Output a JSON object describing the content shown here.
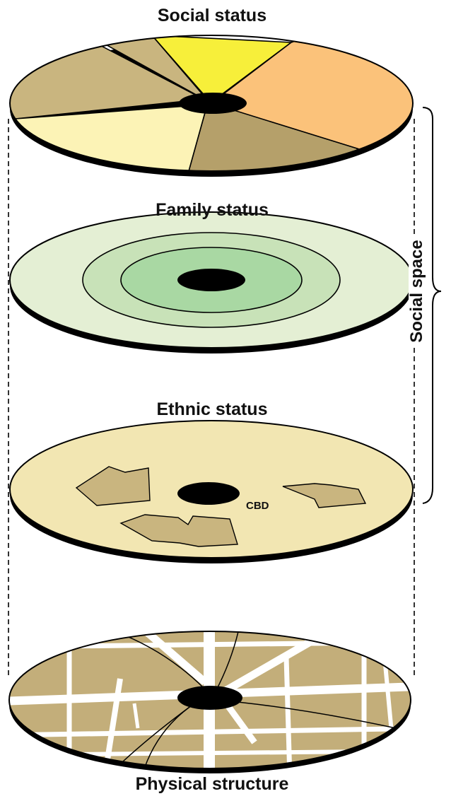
{
  "layers": [
    {
      "id": "social",
      "label": "Social status"
    },
    {
      "id": "family",
      "label": "Family status"
    },
    {
      "id": "ethnic",
      "label": "Ethnic status"
    },
    {
      "id": "physical",
      "label": "Physical structure"
    }
  ],
  "side_bracket_label": "Social space",
  "cbd_label": "CBD",
  "colors": {
    "outline": "#000000",
    "social_sectors": [
      "#c9b57f",
      "#f7ef3a",
      "#fbc27a",
      "#b5a06a",
      "#fcf3b6"
    ],
    "family_rings": [
      "#e4efd4",
      "#c8e2b8",
      "#a9d8a3"
    ],
    "ethnic_base": "#f2e6b2",
    "ethnic_zones": "#c9b57f",
    "physical_base": "#c3ae7a",
    "physical_streets": "#ffffff"
  }
}
